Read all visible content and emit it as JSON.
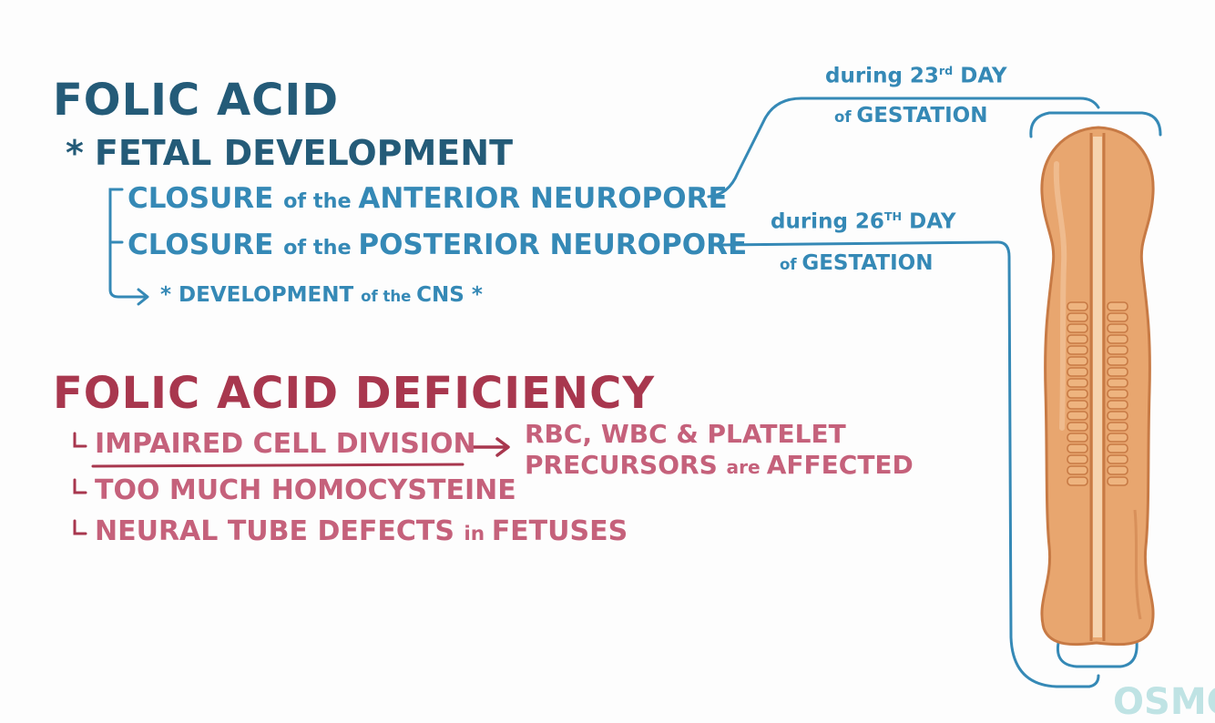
{
  "folic_acid": {
    "title": "FOLIC ACID",
    "star": "*",
    "fetal_development": "FETAL DEVELOPMENT",
    "anterior": {
      "pre": "CLOSURE ",
      "of": "of ",
      "the": "the ",
      "post": "ANTERIOR NEUROPORE"
    },
    "posterior": {
      "pre": "CLOSURE ",
      "of": "of ",
      "the": "the ",
      "post": "POSTERIOR NEUROPORE"
    },
    "cns": {
      "pre": "* DEVELOPMENT ",
      "of": "of ",
      "the": "the ",
      "post": "CNS *"
    }
  },
  "annotations": {
    "anterior_day": {
      "pre": "during 23",
      "sup": "rd",
      "post": " DAY"
    },
    "anterior_gestation": {
      "of": "of ",
      "post": "GESTATION"
    },
    "posterior_day": {
      "pre": "during 26",
      "sup": "TH",
      "post": " DAY"
    },
    "posterior_gestation": {
      "of": "of ",
      "post": "GESTATION"
    }
  },
  "deficiency": {
    "title": "FOLIC ACID DEFICIENCY",
    "impaired": "IMPAIRED CELL DIVISION",
    "effect_line1": "RBC, WBC & PLATELET",
    "effect_line2": {
      "pre": "PRECURSORS ",
      "are": "are ",
      "post": "AFFECTED"
    },
    "homocysteine": "TOO MUCH HOMOCYSTEINE",
    "ntd": {
      "pre": "NEURAL TUBE DEFECTS ",
      "in": "in ",
      "post": "FETUSES"
    }
  },
  "logo": {
    "text": "OSMO"
  },
  "colors": {
    "dark_teal": "#245b78",
    "teal": "#3589b6",
    "crimson": "#a8374e",
    "rose": "#c5617b",
    "tube_fill": "#e8a66f",
    "tube_stroke": "#c77a45"
  },
  "icons": [
    "asterisk-icon",
    "arrow-right-icon",
    "neural-tube-illustration",
    "osmosis-logo"
  ]
}
